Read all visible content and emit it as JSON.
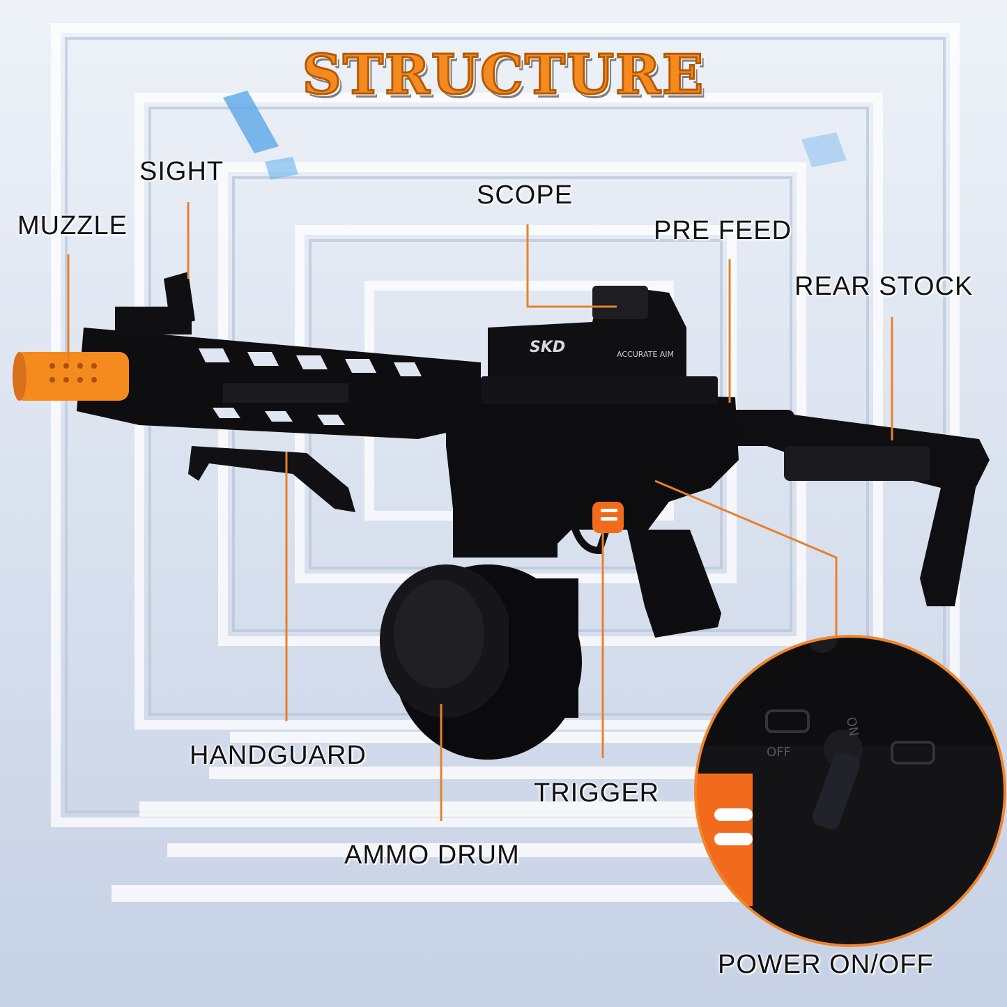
{
  "title": "STRUCTURE",
  "labels": {
    "muzzle": "MUZZLE",
    "sight": "SIGHT",
    "scope": "SCOPE",
    "pre_feed": "PRE FEED",
    "rear_stock": "REAR STOCK",
    "handguard": "HANDGUARD",
    "trigger": "TRIGGER",
    "ammo_drum": "AMMO DRUM",
    "power": "POWER ON/OFF"
  },
  "scope_marking": "SKD",
  "scope_tagline": "ACCURATE AIM",
  "switch_on": "ON",
  "switch_off": "OFF",
  "colors": {
    "accent": "#f58a1f",
    "leader": "#e8802a",
    "body": "#0d0d0f",
    "background": "#dfe6f1"
  }
}
